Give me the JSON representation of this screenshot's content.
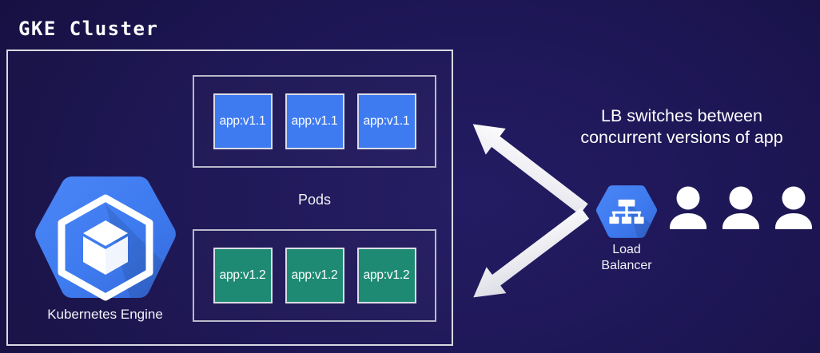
{
  "diagram": {
    "title": "GKE Cluster",
    "background_color": "#1d1654",
    "frame_color": "#d9d9e2"
  },
  "cluster": {
    "gke_node": {
      "label": "Kubernetes Engine",
      "icon": "kubernetes-engine-hexagon-icon",
      "hex_color": "#3e7bf0"
    },
    "pods_label": "Pods",
    "pod_groups": [
      {
        "name": "v1.1-pods",
        "version_color": "#3e7bf0",
        "pods": [
          {
            "label": "app:v1.1"
          },
          {
            "label": "app:v1.1"
          },
          {
            "label": "app:v1.1"
          }
        ]
      },
      {
        "name": "v1.2-pods",
        "version_color": "#1f8a73",
        "pods": [
          {
            "label": "app:v1.2"
          },
          {
            "label": "app:v1.2"
          },
          {
            "label": "app:v1.2"
          }
        ]
      }
    ]
  },
  "load_balancer": {
    "label_line1": "Load",
    "label_line2": "Balancer",
    "icon": "load-balancer-hexagon-icon",
    "hex_color": "#3e7bf0"
  },
  "users": {
    "count": 3,
    "icon": "user-icon",
    "color": "#ffffff"
  },
  "caption": {
    "line1": "LB switches between",
    "line2": "concurrent versions of app",
    "color": "#ffffff"
  },
  "arrows": [
    {
      "name": "arrow-to-v11-pods",
      "direction": "up-left",
      "color": "#ffffff"
    },
    {
      "name": "arrow-to-v12-pods",
      "direction": "down-left",
      "color": "#e8e8ee"
    }
  ]
}
